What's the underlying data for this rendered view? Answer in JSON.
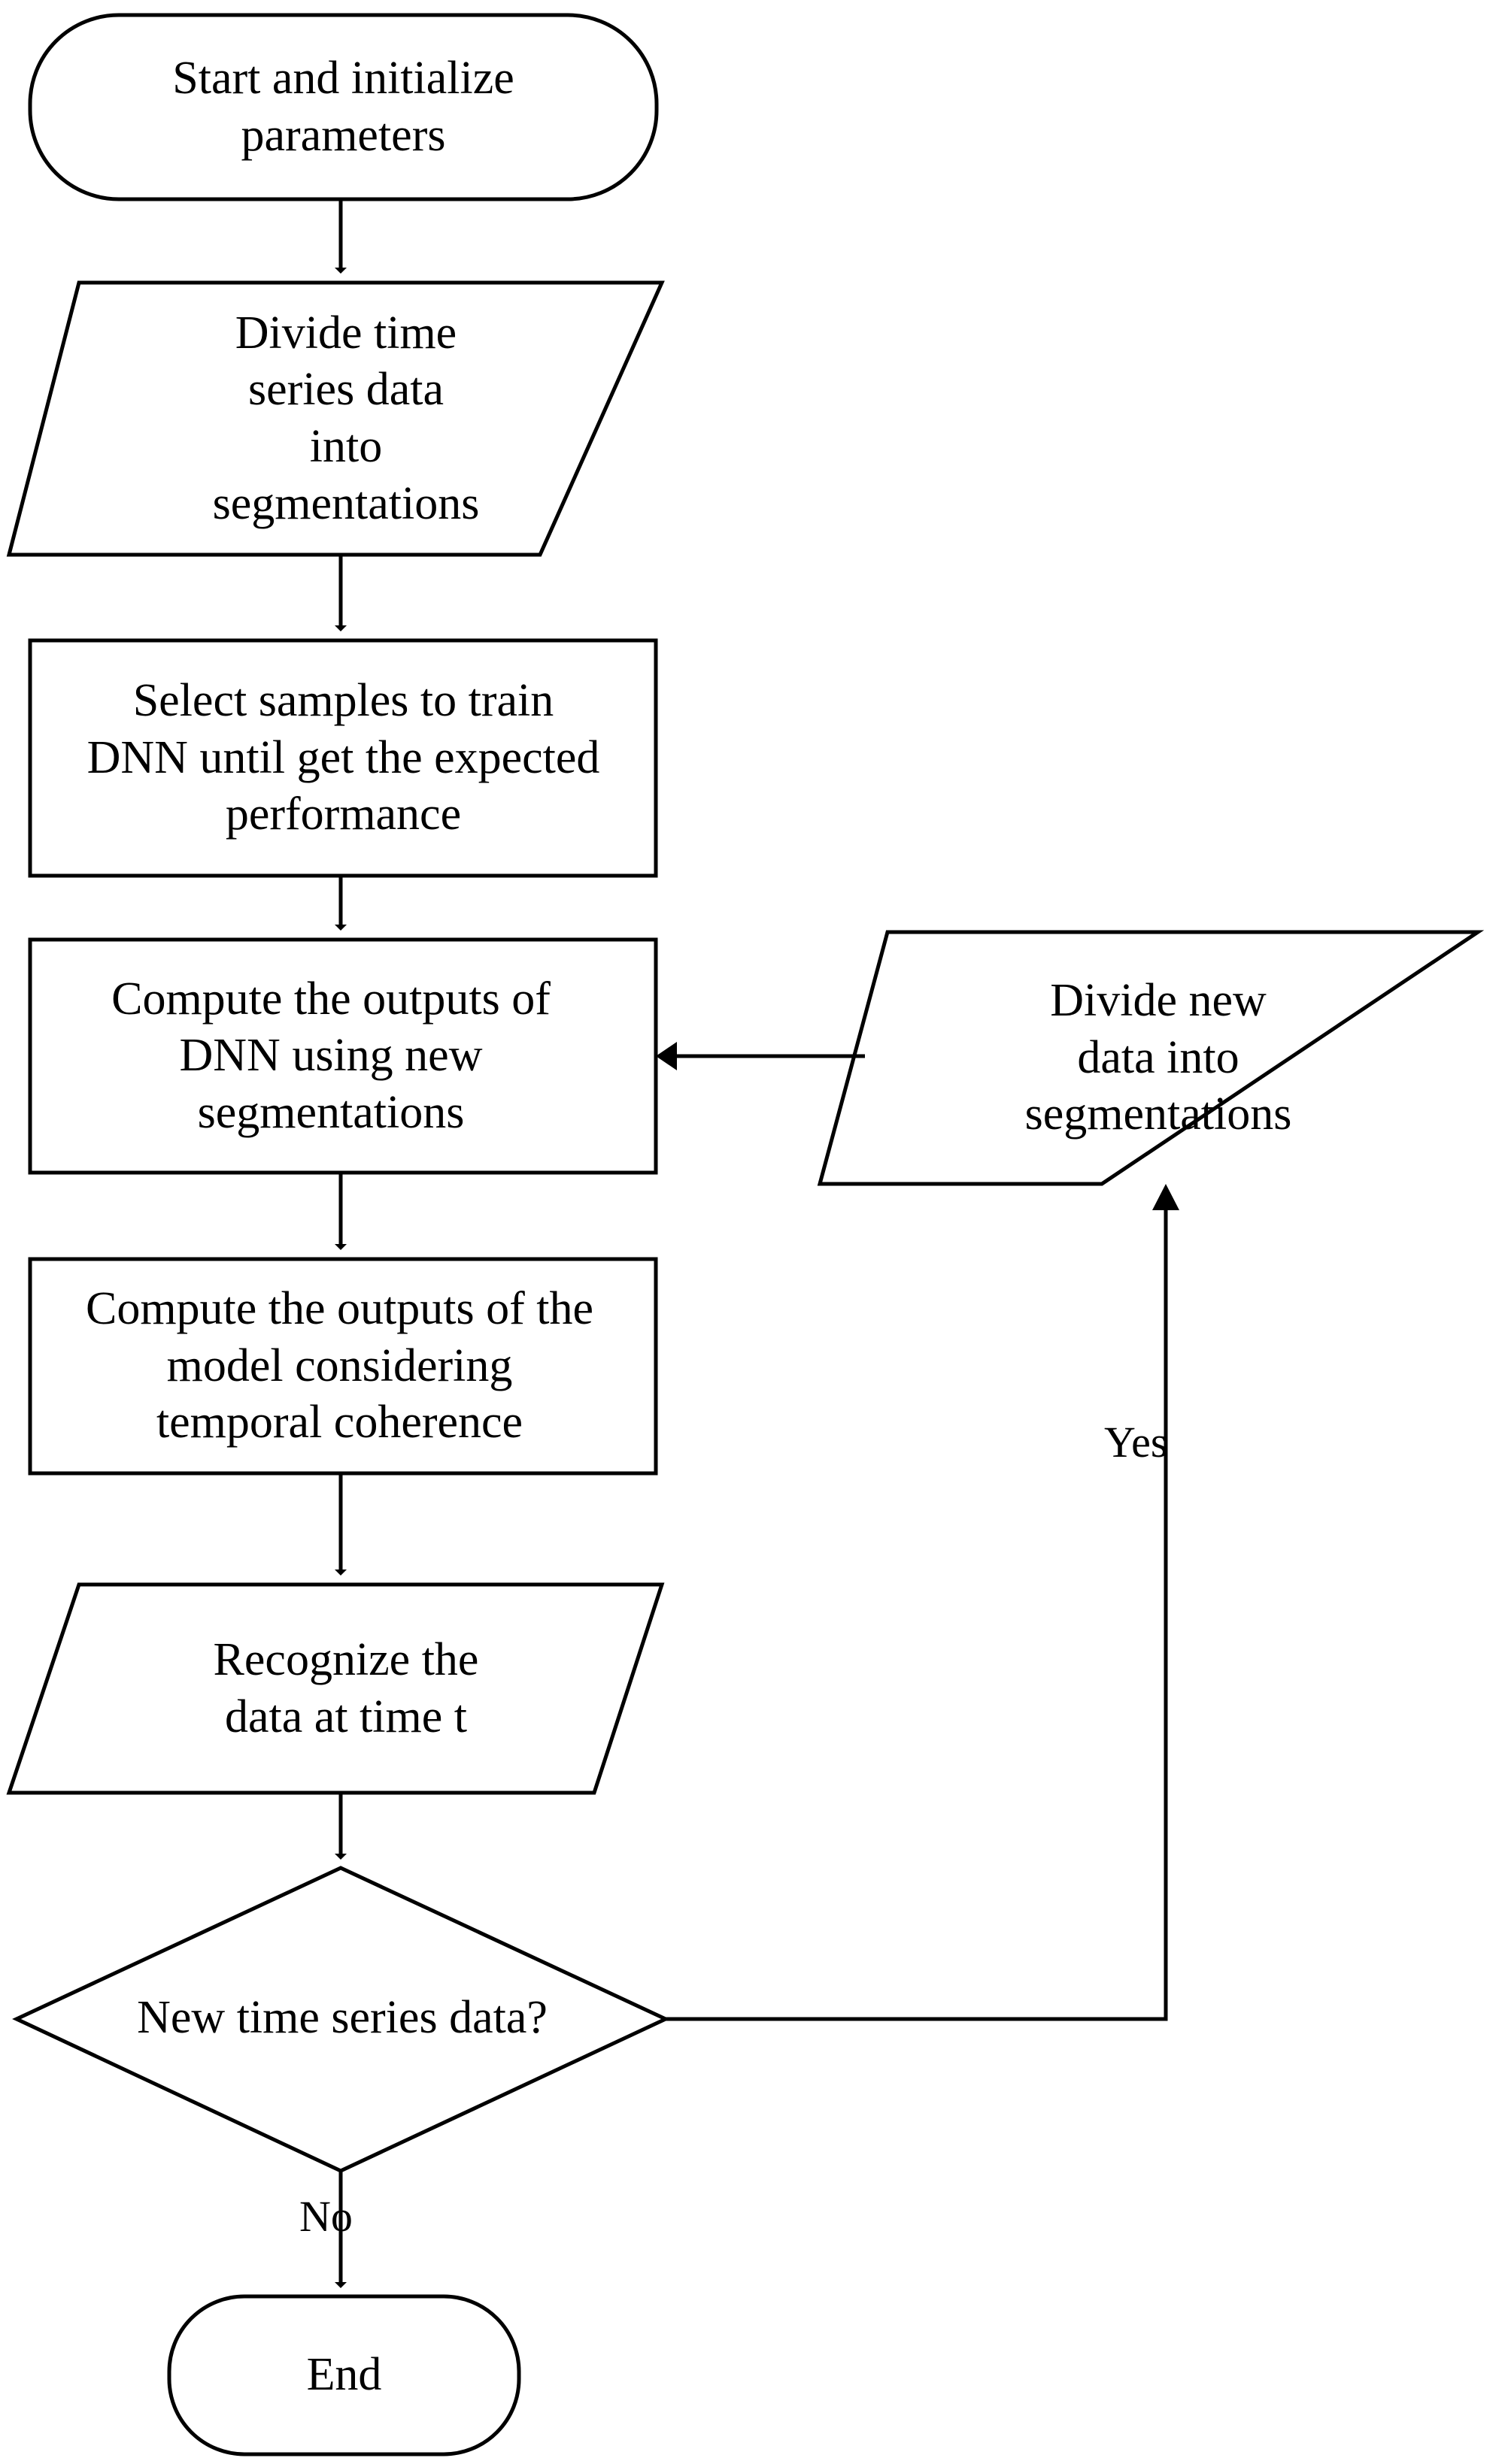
{
  "diagram": {
    "title": "DNN time-series recognition flowchart",
    "colors": {
      "stroke": "#000000",
      "fill": "#ffffff",
      "text": "#000000"
    },
    "nodes": [
      {
        "id": "start",
        "shape": "terminator",
        "label": "Start and initialize\nparameters"
      },
      {
        "id": "divide",
        "shape": "parallelogram",
        "label": "Divide time\nseries data\ninto\nsegmentations"
      },
      {
        "id": "select",
        "shape": "process",
        "label": "Select samples to train\nDNN until get the expected\nperformance"
      },
      {
        "id": "compute_dnn",
        "shape": "process",
        "label": "Compute the outputs of\nDNN using new\nsegmentations"
      },
      {
        "id": "divide_new",
        "shape": "parallelogram",
        "label": "Divide new\ndata into\nsegmentations"
      },
      {
        "id": "compute_model",
        "shape": "process",
        "label": "Compute the outputs of the\nmodel considering\ntemporal coherence"
      },
      {
        "id": "recognize",
        "shape": "parallelogram",
        "label": "Recognize the\ndata at time t"
      },
      {
        "id": "decision",
        "shape": "decision",
        "label": "New time series data?"
      },
      {
        "id": "end",
        "shape": "terminator",
        "label": "End"
      }
    ],
    "edges": [
      {
        "id": "e1",
        "from": "start",
        "to": "divide",
        "label": ""
      },
      {
        "id": "e2",
        "from": "divide",
        "to": "select",
        "label": ""
      },
      {
        "id": "e3",
        "from": "select",
        "to": "compute_dnn",
        "label": ""
      },
      {
        "id": "e4",
        "from": "divide_new",
        "to": "compute_dnn",
        "label": ""
      },
      {
        "id": "e5",
        "from": "compute_dnn",
        "to": "compute_model",
        "label": ""
      },
      {
        "id": "e6",
        "from": "compute_model",
        "to": "recognize",
        "label": ""
      },
      {
        "id": "e7",
        "from": "recognize",
        "to": "decision",
        "label": ""
      },
      {
        "id": "e8",
        "from": "decision",
        "to": "divide_new",
        "label": "Yes"
      },
      {
        "id": "e9",
        "from": "decision",
        "to": "end",
        "label": "No"
      }
    ],
    "edge_labels": {
      "yes": "Yes",
      "no": "No"
    }
  }
}
